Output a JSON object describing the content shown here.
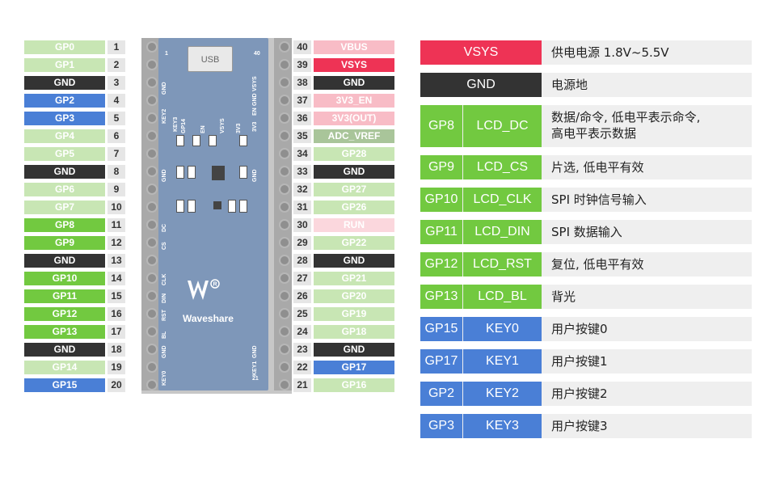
{
  "colors": {
    "light_green": "#c8e6b4",
    "green": "#72c940",
    "black": "#333333",
    "blue": "#4a7fd6",
    "pink": "#f8bcc6",
    "red": "#ee3355",
    "adc": "#a9c59a",
    "table_bg": "#efefef"
  },
  "left_pins": [
    {
      "label": "GP0",
      "num": "1",
      "style": "light"
    },
    {
      "label": "GP1",
      "num": "2",
      "style": "light"
    },
    {
      "label": "GND",
      "num": "3",
      "style": "black"
    },
    {
      "label": "GP2",
      "num": "4",
      "style": "blue"
    },
    {
      "label": "GP3",
      "num": "5",
      "style": "blue"
    },
    {
      "label": "GP4",
      "num": "6",
      "style": "light"
    },
    {
      "label": "GP5",
      "num": "7",
      "style": "light"
    },
    {
      "label": "GND",
      "num": "8",
      "style": "black"
    },
    {
      "label": "GP6",
      "num": "9",
      "style": "light"
    },
    {
      "label": "GP7",
      "num": "10",
      "style": "light"
    },
    {
      "label": "GP8",
      "num": "11",
      "style": "green"
    },
    {
      "label": "GP9",
      "num": "12",
      "style": "green"
    },
    {
      "label": "GND",
      "num": "13",
      "style": "black"
    },
    {
      "label": "GP10",
      "num": "14",
      "style": "green"
    },
    {
      "label": "GP11",
      "num": "15",
      "style": "green"
    },
    {
      "label": "GP12",
      "num": "16",
      "style": "green"
    },
    {
      "label": "GP13",
      "num": "17",
      "style": "green"
    },
    {
      "label": "GND",
      "num": "18",
      "style": "black"
    },
    {
      "label": "GP14",
      "num": "19",
      "style": "light"
    },
    {
      "label": "GP15",
      "num": "20",
      "style": "blue"
    }
  ],
  "right_pins": [
    {
      "label": "VBUS",
      "num": "40",
      "style": "pink"
    },
    {
      "label": "VSYS",
      "num": "39",
      "style": "red"
    },
    {
      "label": "GND",
      "num": "38",
      "style": "black"
    },
    {
      "label": "3V3_EN",
      "num": "37",
      "style": "pink"
    },
    {
      "label": "3V3(OUT)",
      "num": "36",
      "style": "pink"
    },
    {
      "label": "ADC_VREF",
      "num": "35",
      "style": "adc"
    },
    {
      "label": "GP28",
      "num": "34",
      "style": "light"
    },
    {
      "label": "GND",
      "num": "33",
      "style": "black"
    },
    {
      "label": "GP27",
      "num": "32",
      "style": "light"
    },
    {
      "label": "GP26",
      "num": "31",
      "style": "light"
    },
    {
      "label": "RUN",
      "num": "30",
      "style": "pinklight"
    },
    {
      "label": "GP22",
      "num": "29",
      "style": "light"
    },
    {
      "label": "GND",
      "num": "28",
      "style": "black"
    },
    {
      "label": "GP21",
      "num": "27",
      "style": "light"
    },
    {
      "label": "GP20",
      "num": "26",
      "style": "light"
    },
    {
      "label": "GP19",
      "num": "25",
      "style": "light"
    },
    {
      "label": "GP18",
      "num": "24",
      "style": "light"
    },
    {
      "label": "GND",
      "num": "23",
      "style": "black"
    },
    {
      "label": "GP17",
      "num": "22",
      "style": "blue"
    },
    {
      "label": "GP16",
      "num": "21",
      "style": "light"
    }
  ],
  "board": {
    "usb_label": "USB",
    "brand": "Waveshare",
    "num_top_left": "1",
    "num_top_right": "40",
    "num_bottom_right": "21",
    "silk_left": [
      "GND",
      "KEY2",
      "KEY3",
      "GND",
      "DC",
      "CS",
      "CLK",
      "DIN",
      "RST",
      "BL",
      "GND",
      "KEY0"
    ],
    "silk_right": [
      "VSYS",
      "GND",
      "EN",
      "3V3",
      "GND",
      "GND",
      "KEY1"
    ],
    "silk_mid": [
      "GP14",
      "EN",
      "VSYS",
      "3V3"
    ]
  },
  "table": [
    {
      "c1": "VSYS",
      "c2": "",
      "desc": [
        "供电电源 1.8V~5.5V"
      ],
      "color": "red",
      "span": true,
      "h": 30
    },
    {
      "c1": "GND",
      "c2": "",
      "desc": [
        "电源地"
      ],
      "color": "black",
      "span": true,
      "h": 30
    },
    {
      "c1": "GP8",
      "c2": "LCD_DC",
      "desc": [
        "数据/命令, 低电平表示命令,",
        "高电平表示数据"
      ],
      "color": "green",
      "span": false,
      "h": 52
    },
    {
      "c1": "GP9",
      "c2": "LCD_CS",
      "desc": [
        "片选, 低电平有效"
      ],
      "color": "green",
      "span": false,
      "h": 30
    },
    {
      "c1": "GP10",
      "c2": "LCD_CLK",
      "desc": [
        "SPI 时钟信号输入"
      ],
      "color": "green",
      "span": false,
      "h": 30
    },
    {
      "c1": "GP11",
      "c2": "LCD_DIN",
      "desc": [
        "SPI 数据输入"
      ],
      "color": "green",
      "span": false,
      "h": 30
    },
    {
      "c1": "GP12",
      "c2": "LCD_RST",
      "desc": [
        "复位, 低电平有效"
      ],
      "color": "green",
      "span": false,
      "h": 30
    },
    {
      "c1": "GP13",
      "c2": "LCD_BL",
      "desc": [
        "背光"
      ],
      "color": "green",
      "span": false,
      "h": 30
    },
    {
      "c1": "GP15",
      "c2": "KEY0",
      "desc": [
        "用户按键0"
      ],
      "color": "blue",
      "span": false,
      "h": 30
    },
    {
      "c1": "GP17",
      "c2": "KEY1",
      "desc": [
        "用户按键1"
      ],
      "color": "blue",
      "span": false,
      "h": 30
    },
    {
      "c1": "GP2",
      "c2": "KEY2",
      "desc": [
        "用户按键2"
      ],
      "color": "blue",
      "span": false,
      "h": 30
    },
    {
      "c1": "GP3",
      "c2": "KEY3",
      "desc": [
        "用户按键3"
      ],
      "color": "blue",
      "span": false,
      "h": 30
    }
  ]
}
